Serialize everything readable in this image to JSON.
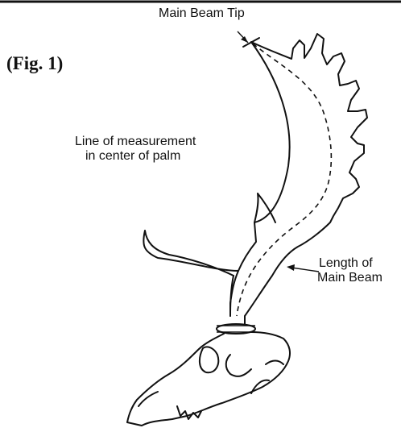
{
  "figure": {
    "fig_label": "(Fig. 1)",
    "labels": {
      "main_beam_tip": "Main Beam Tip",
      "measurement_line_1": "Line of measurement",
      "measurement_line_2": "in center of palm",
      "length_of_main_beam_1": "Length of",
      "length_of_main_beam_2": "Main Beam"
    }
  }
}
